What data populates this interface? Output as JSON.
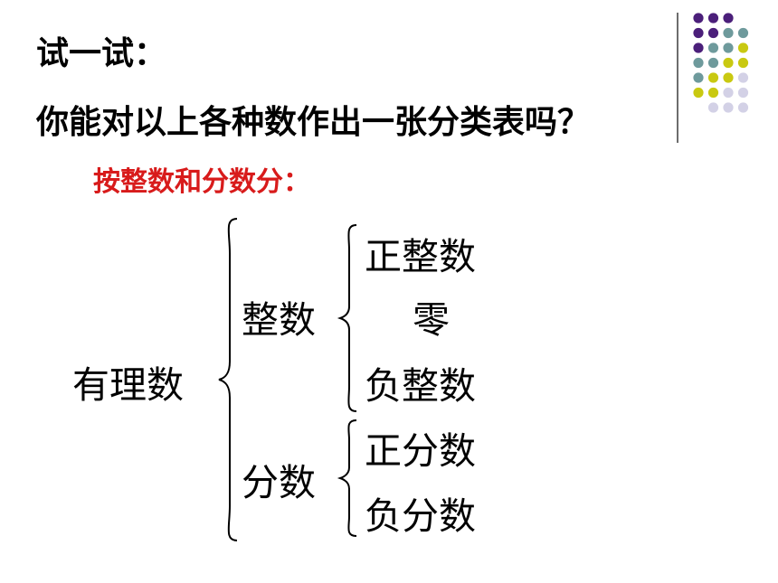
{
  "heading": {
    "try_it": "试一试：",
    "question": "你能对以上各种数作出一张分类表吗？"
  },
  "subheading": {
    "text": "按整数和分数分：",
    "color": "#d81b1b"
  },
  "classification": {
    "root": "有理数",
    "integers": {
      "label": "整数",
      "children": [
        "正整数",
        "零",
        "负整数"
      ]
    },
    "fractions": {
      "label": "分数",
      "children": [
        "正分数",
        "负分数"
      ]
    }
  },
  "decoration": {
    "dot_colors": {
      "purple": "#4b1f7a",
      "teal": "#6e9a9c",
      "yellow": "#c9c911",
      "lavender": "#d3d1e6"
    }
  }
}
